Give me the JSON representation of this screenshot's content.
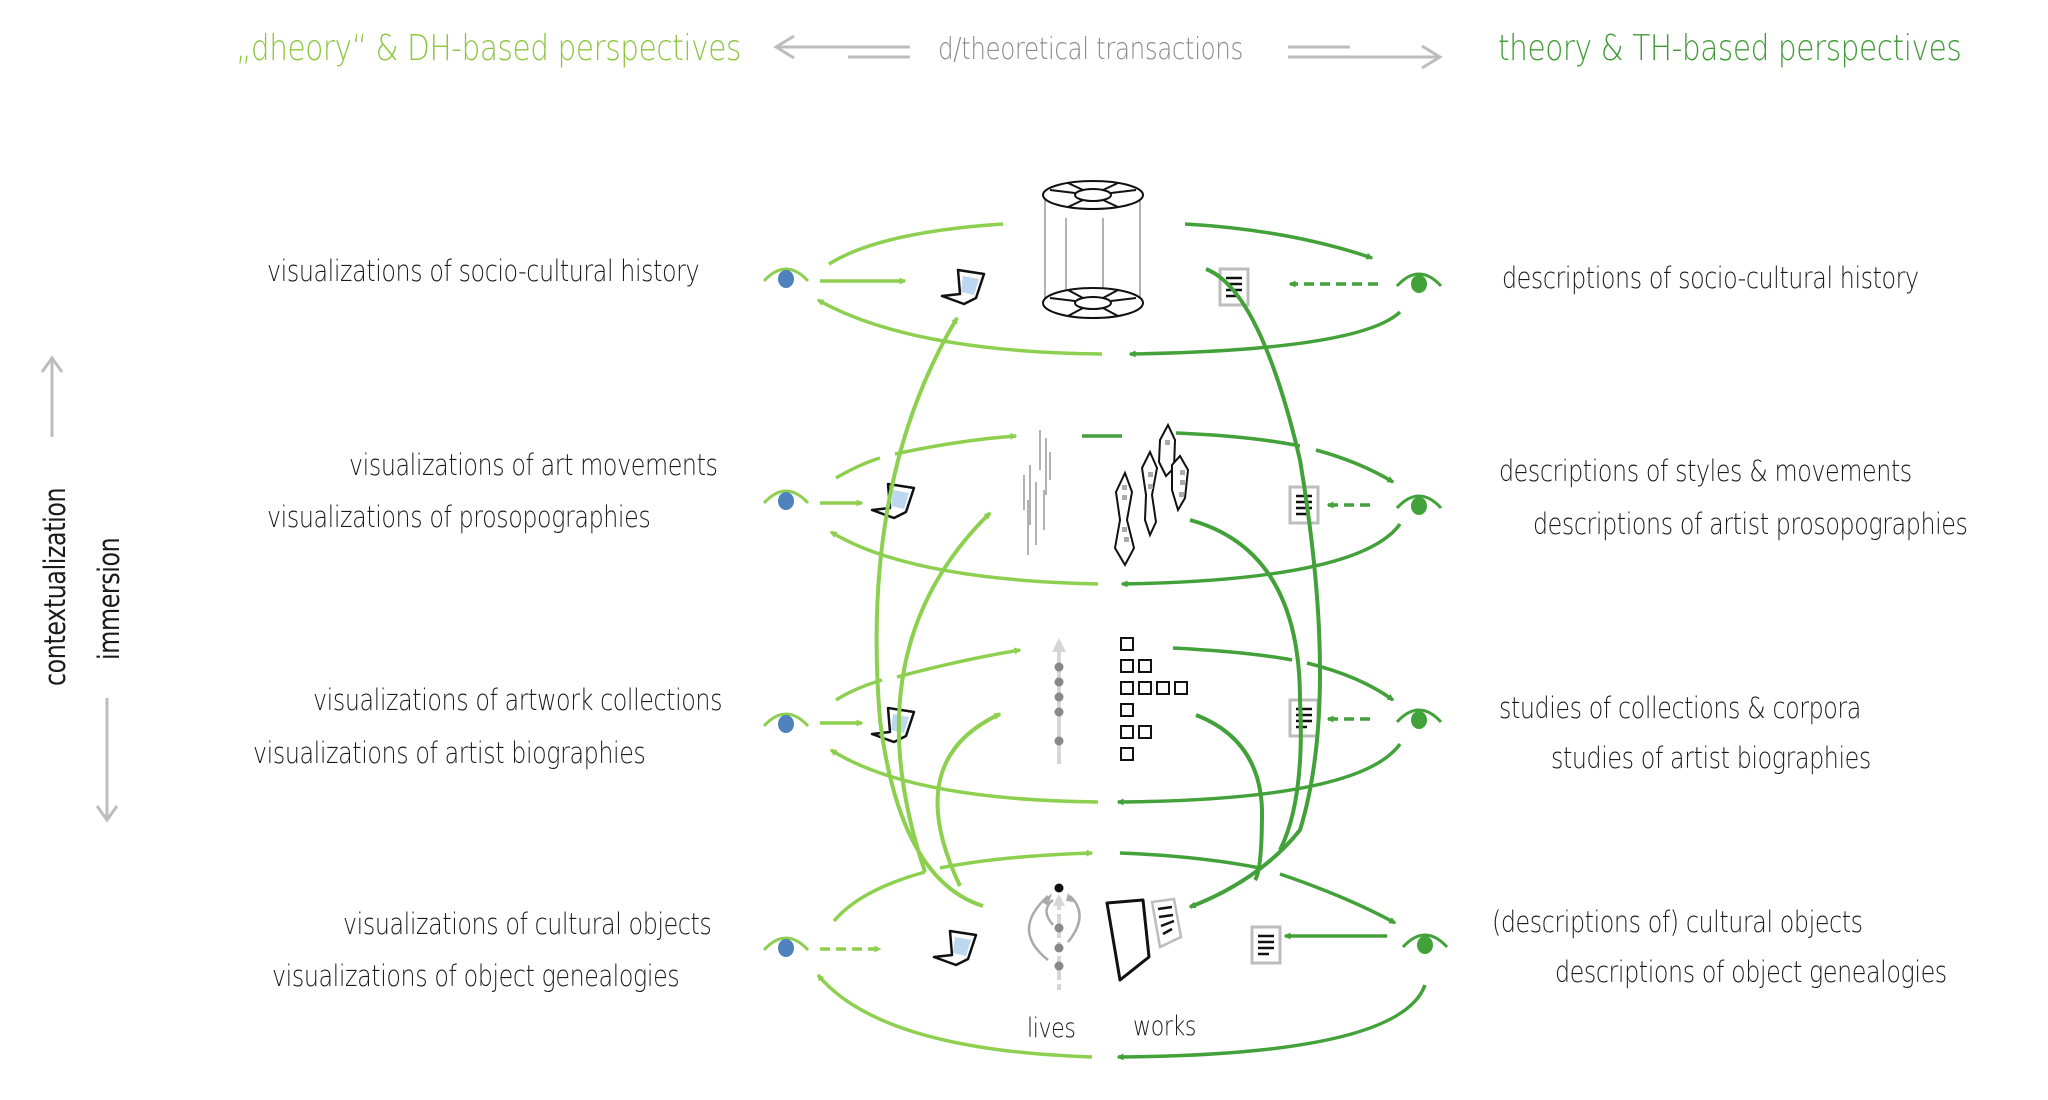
{
  "header": {
    "left_title": "„dheory“ & DH-based perspectives",
    "center_title": "d/theoretical transactions",
    "right_title": "theory & TH-based perspectives"
  },
  "axis": {
    "up_label": "contextualization",
    "down_label": "immersion"
  },
  "levels": [
    {
      "left_labels": [
        "visualizations of socio-cultural history"
      ],
      "right_labels": [
        "descriptions of socio-cultural history"
      ],
      "center_icon": "rotunda-archive-icon",
      "left_arrow_style": "solid",
      "right_arrow_style": "dashed"
    },
    {
      "left_labels": [
        "visualizations of art movements",
        "visualizations of prosopographies"
      ],
      "right_labels": [
        "descriptions of styles & movements",
        "descriptions of artist prosopographies"
      ],
      "center_icon": "movement-streams-icon",
      "left_arrow_style": "solid",
      "right_arrow_style": "dashed"
    },
    {
      "left_labels": [
        "visualizations of artwork collections",
        "visualizations of artist biographies"
      ],
      "right_labels": [
        "studies of collections & corpora",
        "studies of artist biographies"
      ],
      "center_icon": "collection-grid-icon",
      "left_arrow_style": "solid",
      "right_arrow_style": "dashed"
    },
    {
      "left_labels": [
        "visualizations of cultural objects",
        "visualizations of object genealogies"
      ],
      "right_labels": [
        "(descriptions of) cultural objects",
        "descriptions of object genealogies"
      ],
      "center_icon": "lives-works-icon",
      "center_captions": [
        "lives",
        "works"
      ],
      "left_arrow_style": "dashed",
      "right_arrow_style": "solid"
    }
  ],
  "colors": {
    "dh_green": "#8dd04f",
    "th_green": "#43a13a",
    "eye_blue": "#4f81bd",
    "neutral_gray": "#bdbdbd",
    "text": "#1a1a1a",
    "screen_blue": "#bcd7ef"
  }
}
